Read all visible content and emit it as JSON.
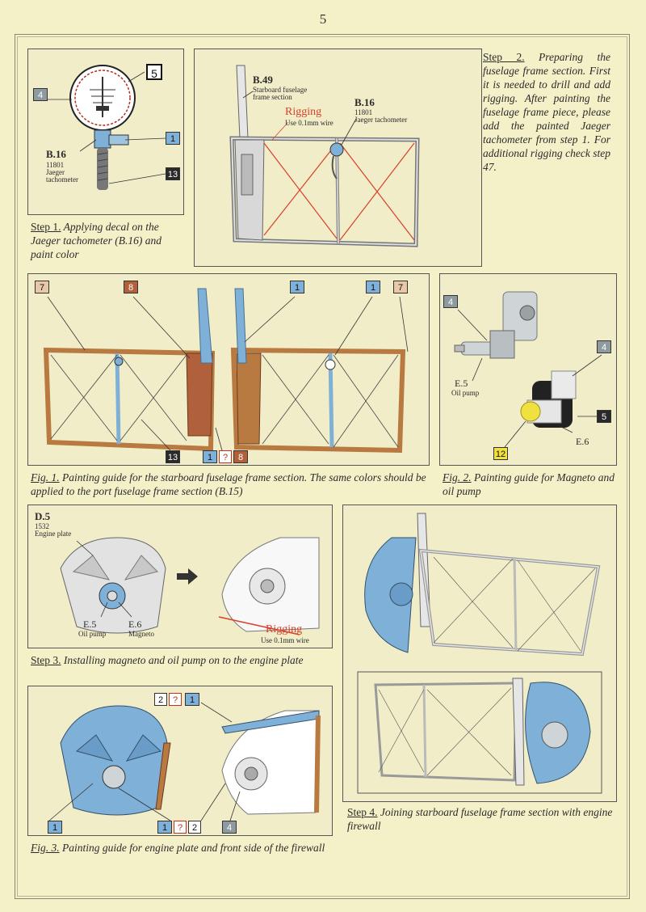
{
  "page": {
    "number": "5"
  },
  "step1": {
    "lead": "Step 1.",
    "text": " Applying decal on the Jaeger tachometer (B.16) and paint color",
    "part_id": "B.16",
    "part_no": "11801",
    "part_name_1": "Jaeger",
    "part_name_2": "tachometer",
    "tags": [
      "4",
      "5",
      "1",
      "13"
    ]
  },
  "step2": {
    "lead": "Step 2.",
    "text": " Preparing the fuselage frame section. First it is needed to drill and add rigging. After painting the fuselage frame piece, please add the painted Jaeger tachometer from step 1. For additional rigging check step 47.",
    "part_b49_id": "B.49",
    "part_b49_name_1": "Starboard fuselage",
    "part_b49_name_2": "frame section",
    "rigging_label": "Rigging",
    "rigging_note": "Use 0.1mm wire",
    "part_b16_id": "B.16",
    "part_b16_no": "11801",
    "part_b16_name": "Jaeger tachometer"
  },
  "fig1": {
    "lead": "Fig. 1.",
    "text": " Painting guide for the starboard fuselage frame section.  The same colors should be applied to the port fuselage frame section (B.15)",
    "tags": [
      "7",
      "8",
      "1",
      "1",
      "7",
      "13",
      "1",
      "?",
      "8"
    ]
  },
  "fig2": {
    "lead": "Fig. 2.",
    "text": " Painting guide for Magneto and oil pump",
    "e5_id": "E.5",
    "e5_name": "Oil pump",
    "e6_id": "E.6",
    "tags": [
      "4",
      "4",
      "5",
      "12"
    ]
  },
  "step3": {
    "lead": "Step 3.",
    "text": " Installing magneto and oil pump on to the engine plate",
    "d5_id": "D.5",
    "d5_no": "1532",
    "d5_name": "Engine plate",
    "e5_id": "E.5",
    "e5_name": "Oil pump",
    "e6_id": "E.6",
    "e6_name": "Magneto",
    "rigging_label": "Rigging",
    "rigging_note": "Use 0.1mm wire"
  },
  "fig3": {
    "lead": "Fig. 3.",
    "text": " Painting guide for engine plate and front side of the firewall",
    "tags": [
      "2",
      "?",
      "1",
      "1",
      "1",
      "?",
      "2",
      "4"
    ]
  },
  "step4": {
    "lead": "Step 4.",
    "text": " Joining  starboard fuselage frame section with engine firewall"
  },
  "colors": {
    "paper": "#f4f0c8",
    "rigging_red": "#d8402a",
    "paint_blue": "#7fb0d8",
    "paint_wood": "#b87a40",
    "paint_rust": "#b0603a",
    "paint_dark": "#2a2a2a",
    "paint_yellow": "#f0e040",
    "paint_grey": "#8f9aa0"
  }
}
